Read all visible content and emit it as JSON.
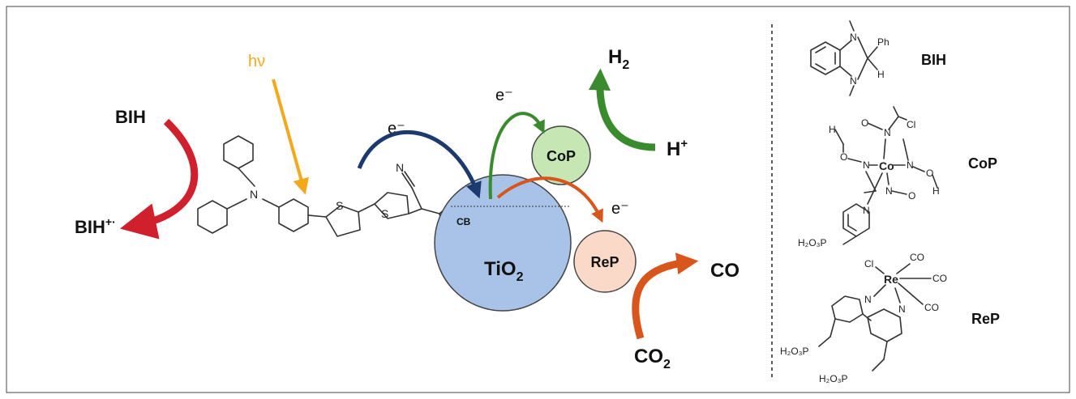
{
  "labels": {
    "bih": "BIH",
    "bih_radical_base": "BIH",
    "bih_radical_sup": "+·",
    "hv": "hν",
    "electron_1": "e⁻",
    "electron_2": "e⁻",
    "electron_3": "e⁻",
    "h2_base": "H",
    "h2_sub": "2",
    "h_plus_base": "H",
    "h_plus_sup": "+",
    "cb": "CB",
    "tio2_base": "TiO",
    "tio2_sub": "2",
    "cop": "CoP",
    "rep": "ReP",
    "co": "CO",
    "co2_base": "CO",
    "co2_sub": "2"
  },
  "structure_names": {
    "bih": "BIH",
    "cop": "CoP",
    "rep": "ReP"
  },
  "atoms": {
    "n": "N",
    "s": "S",
    "o": "O",
    "ph": "Ph",
    "h": "H",
    "cl": "Cl",
    "co_metal": "Co",
    "re": "Re",
    "carbonyl": "CO",
    "phosphonate": "H₂O₃P"
  },
  "colors": {
    "red_arrow": "#d0202e",
    "hv_arrow": "#f4a81c",
    "blue_arrow": "#1c3a6e",
    "green_arrow": "#3a8a2e",
    "orange_arrow": "#d8561c",
    "tio2_fill": "#a9c3e8",
    "cop_fill": "#c6e6b4",
    "rep_fill": "#fbd9c8"
  }
}
